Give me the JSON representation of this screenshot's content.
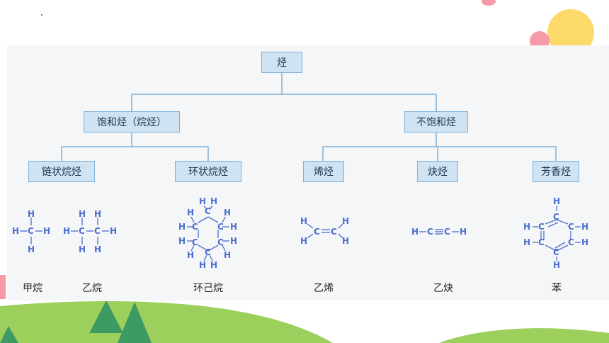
{
  "diagram": {
    "root": "烃",
    "level1": {
      "saturated": "饱和烃（烷烃）",
      "unsaturated": "不饱和烃"
    },
    "level2": {
      "chain_alkane": "链状烷烃",
      "cyclo_alkane": "环状烷烃",
      "alkene": "烯烃",
      "alkyne": "炔烃",
      "aromatic": "芳香烃"
    },
    "formula_atoms": {
      "carbon": "C",
      "hydrogen": "H"
    },
    "examples": {
      "methane": "甲烷",
      "ethane": "乙烷",
      "cyclohexane": "环己烷",
      "ethene": "乙烯",
      "ethyne": "乙炔",
      "benzene": "苯"
    }
  },
  "colors": {
    "node_fill": "#cfe3f2",
    "node_border": "#7fb0d8",
    "connector": "#7fb0d8",
    "formula": "#4c6fcf",
    "panel": "#f5f6f8",
    "hill_light": "#9ccf5b",
    "hill_dark": "#3e9a63",
    "sun": "#fdd96a",
    "petal": "#f59aa6"
  }
}
